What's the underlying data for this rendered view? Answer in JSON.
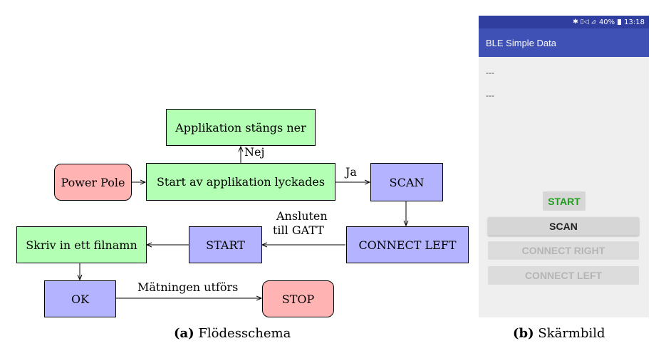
{
  "flowchart": {
    "nodes": {
      "app_closes": "Applikation stängs ner",
      "power_pole": "Power Pole",
      "start_app": "Start av applikation lyckades",
      "scan": "SCAN",
      "connect_left": "CONNECT LEFT",
      "start": "START",
      "write_filename": "Skriv in ett filnamn",
      "ok": "OK",
      "stop": "STOP"
    },
    "edge_labels": {
      "no": "Nej",
      "yes": "Ja",
      "connected_line1": "Ansluten",
      "connected_line2": "till GATT",
      "measuring": "Mätningen utförs"
    },
    "caption_label": "(a)",
    "caption_text": "Flödesschema",
    "colors": {
      "green": "#b3ffb3",
      "blue": "#b3b3ff",
      "red": "#ffb3b3"
    }
  },
  "phone": {
    "status": {
      "icons": "✱ ▯◁ ⊿",
      "battery": "40%",
      "time": "13:18"
    },
    "app_title": "BLE Simple Data",
    "value1": "---",
    "value2": "---",
    "start_button": "START",
    "buttons": {
      "scan": "SCAN",
      "connect_right": "CONNECT RIGHT",
      "connect_left": "CONNECT LEFT"
    },
    "caption_label": "(b)",
    "caption_text": "Skärmbild",
    "colors": {
      "statusbar": "#303f9f",
      "appbar": "#3f51b5",
      "start_text": "#1e9e1e"
    }
  }
}
